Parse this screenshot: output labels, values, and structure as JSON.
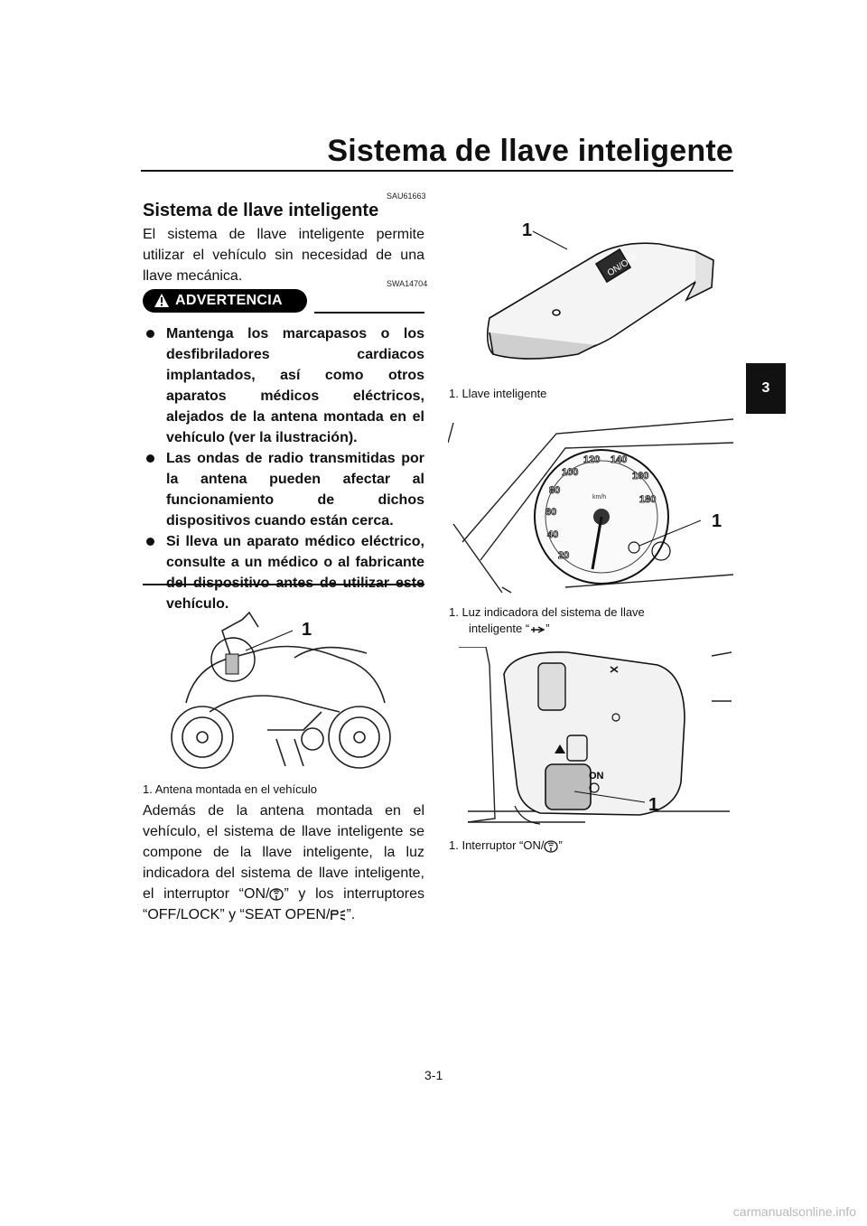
{
  "header": {
    "title": "Sistema de llave inteligente",
    "chapter_tab": "3"
  },
  "section": {
    "code": "SAU61663",
    "heading": "Sistema de llave inteligente",
    "intro": "El sistema de llave inteligente permite utilizar el vehículo sin necesidad de una llave mecánica."
  },
  "warning": {
    "code": "SWA14704",
    "label": "ADVERTENCIA",
    "items": [
      "Mantenga los marcapasos o los desfibriladores cardiacos implantados, así como otros aparatos médicos eléctricos, alejados de la antena montada en el vehículo (ver la ilustración).",
      "Las ondas de radio transmitidas por la antena pueden afectar al funcionamiento de dichos dispositivos cuando están cerca.",
      "Si lleva un aparato médico eléctrico, consulte a un médico o al fabricante del dispositivo antes de utilizar este vehículo."
    ]
  },
  "figures": {
    "antenna": {
      "callout": "1",
      "caption": "1.  Antena montada en el vehículo"
    },
    "key": {
      "callout": "1",
      "caption": "1.  Llave inteligente",
      "button_text": "ON/OFF"
    },
    "indicator": {
      "callout": "1",
      "caption_line1": "1.  Luz indicadora del sistema de llave",
      "caption_line2": "inteligente “",
      "caption_end": "”",
      "speed_unit": "km/h",
      "speeds": [
        "20",
        "40",
        "60",
        "80",
        "100",
        "120",
        "140",
        "160",
        "180"
      ]
    },
    "switch": {
      "callout": "1",
      "caption_start": "1.  Interruptor “ON/",
      "caption_end": "”",
      "label_on": "ON"
    }
  },
  "components": {
    "part1": "Además de la antena montada en el vehículo, el sistema de llave inteligente se compone de la llave inteligente, la luz indicadora del sistema de llave inteligente, el interruptor “ON/",
    "part2": "” y los interruptores “OFF/LOCK” y “SEAT OPEN/",
    "part3": "”."
  },
  "footer": {
    "page_number": "3-1",
    "watermark": "carmanualsonline.info"
  }
}
